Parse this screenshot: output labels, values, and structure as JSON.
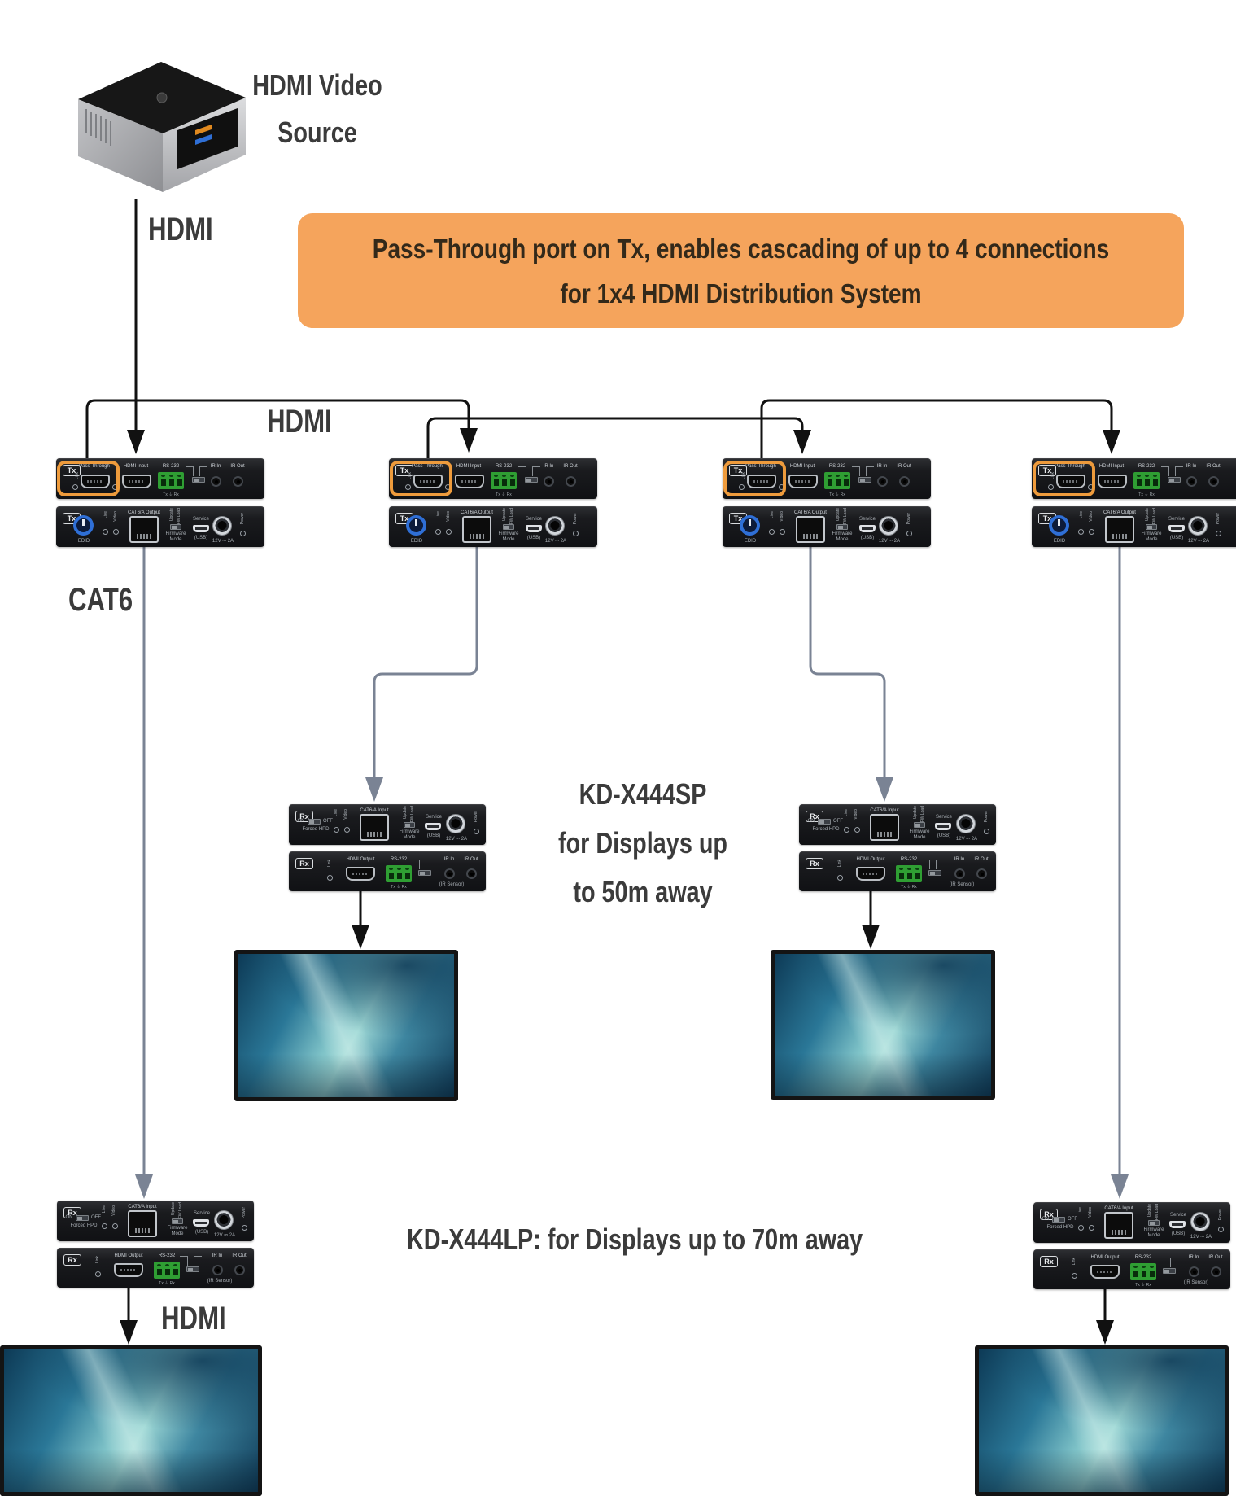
{
  "source": {
    "label_line1": "HDMI Video",
    "label_line2": "Source"
  },
  "banner": {
    "line1": "Pass-Through port on Tx, enables cascading of up to 4 connections",
    "line2": "for 1x4 HDMI Distribution System"
  },
  "cable_labels": {
    "hdmi_top": "HDMI",
    "hdmi_cascade": "HDMI",
    "cat6": "CAT6",
    "hdmi_bottom": "HDMI"
  },
  "annotations": {
    "sp_line1": "KD-X444SP",
    "sp_line2": "for Displays up",
    "sp_line3": "to 50m away",
    "lp": "KD-X444LP: for Displays up to 70m away"
  },
  "colors": {
    "banner_bg": "#F5A45C",
    "banner_text": "#33291A",
    "label_text": "#3B3B3B",
    "hdmi_cable": "#111111",
    "cat_cable": "#7A8394",
    "highlight_ring": "#EE9B3C",
    "rs232_green": "#2F9E33",
    "edid_blue": "#2F6FD6"
  },
  "device_labels": {
    "tx": {
      "logo": "Tx",
      "front": {
        "pass_through": "Pass-Through",
        "link": "Link",
        "hdmi_input": "HDMI Input",
        "rs232": "RS-232",
        "pin_labels": "Tx ⏚ Rx",
        "ir_in": "IR In",
        "ir_out": "IR Out"
      },
      "rear": {
        "edid": "EDID",
        "live": "Live",
        "video": "Video",
        "cat_output": "CAT6/A Output",
        "update": "Update",
        "fw_load": "FW Load",
        "firmware_mode": "Firmware Mode",
        "service": "Service",
        "usb": "(USB)",
        "power_rating": "12V ⎓ 2A",
        "power": "Power"
      }
    },
    "rx": {
      "logo": "Rx",
      "cat_panel": {
        "on": "ON",
        "off": "OFF",
        "forced_hpd": "Forced HPD",
        "live": "Live",
        "video": "Video",
        "cat_input": "CAT6/A Input",
        "update": "Update",
        "fw_load": "FW Load",
        "firmware_mode": "Firmware Mode",
        "service": "Service",
        "usb": "(USB)",
        "power_rating": "12V ⎓ 2A",
        "power": "Power"
      },
      "hdmi_panel": {
        "link": "Link",
        "hdmi_output": "HDMI Output",
        "rs232": "RS-232",
        "pin_labels": "Tx ⏚ Rx",
        "ir_in": "IR In",
        "ir_out": "IR Out",
        "ir_sensor": "(IR Sensor)"
      }
    }
  }
}
